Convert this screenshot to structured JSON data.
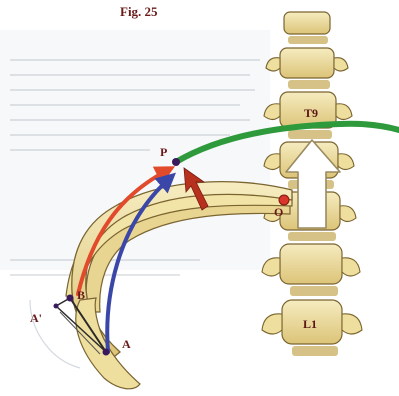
{
  "figure": {
    "title": "Fig. 25",
    "labels": {
      "P": "P",
      "O": "O",
      "B": "B",
      "A_prime": "A'",
      "A": "A",
      "T9": "T9",
      "L1": "L1"
    },
    "colors": {
      "background": "#ffffff",
      "paper_wash": "#eef2f6",
      "bone_fill": "#f1e3a8",
      "bone_shade": "#d9c27a",
      "bone_outline": "#7a6430",
      "green_arc": "#2e9a3c",
      "red_arrow": "#e24a2c",
      "blue_arrow": "#3b47a8",
      "dark_red_arrow": "#b8311f",
      "white_arrow_fill": "#ffffff",
      "white_arrow_stroke": "#9a8a60",
      "point_marker": "#3a1a5a",
      "origin_marker": "#d9352a"
    }
  }
}
